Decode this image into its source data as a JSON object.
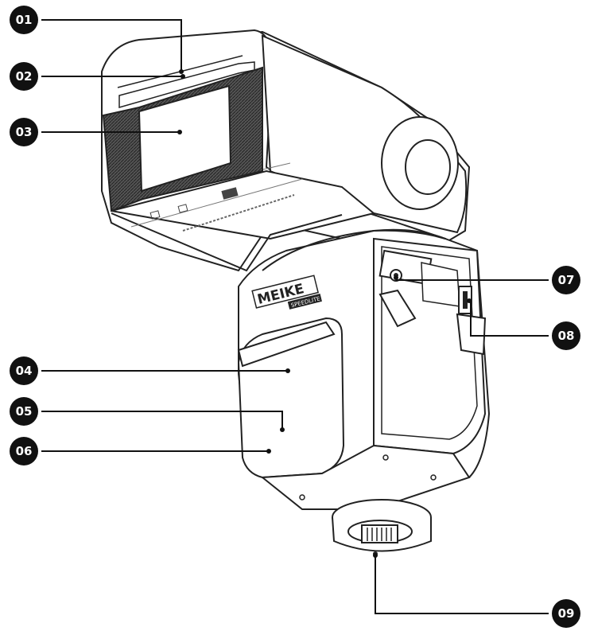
{
  "brand": {
    "logo": "MEIKE",
    "sublogo": "SPEEDLITE"
  },
  "callouts": [
    {
      "id": "01",
      "label": "01"
    },
    {
      "id": "02",
      "label": "02"
    },
    {
      "id": "03",
      "label": "03"
    },
    {
      "id": "04",
      "label": "04"
    },
    {
      "id": "05",
      "label": "05"
    },
    {
      "id": "06",
      "label": "06"
    },
    {
      "id": "07",
      "label": "07"
    },
    {
      "id": "08",
      "label": "08"
    },
    {
      "id": "09",
      "label": "09"
    }
  ],
  "colors": {
    "badge": "#111111",
    "line": "#111111",
    "body_fill": "#ffffff",
    "outline": "#222222",
    "screen_fill": "#3a3a3a"
  }
}
